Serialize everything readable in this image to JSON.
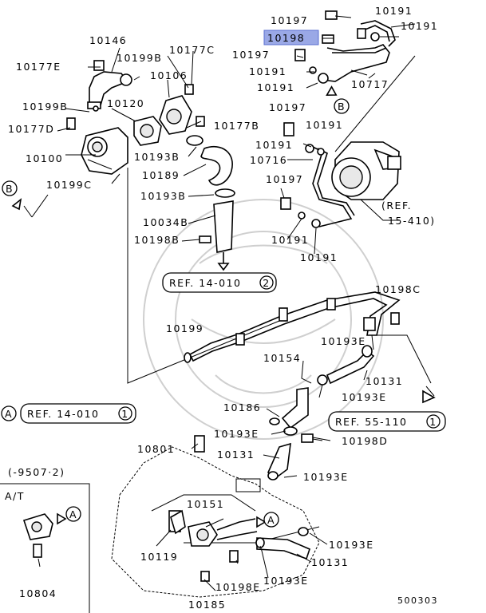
{
  "diagram": {
    "labels": {
      "l10197a": "10197",
      "l10191a": "10191",
      "l10198": "10198",
      "l10191b": "10191",
      "l10146": "10146",
      "l10177c": "10177C",
      "l10177e": "10177E",
      "l10199b": "10199B",
      "l10197b": "10197",
      "l10191c": "10191",
      "l10106": "10106",
      "l10717": "10717",
      "l10191d": "10191",
      "l10199b2": "10199B",
      "l10120": "10120",
      "l10197c": "10197",
      "l10177d": "10177D",
      "l10177b": "10177B",
      "l10191e": "10191",
      "l10191f": "10191",
      "l10100": "10100",
      "l10193b1": "10193B",
      "l10716": "10716",
      "l10189": "10189",
      "l10199c": "10199C",
      "l10197d": "10197",
      "l10193b2": "10193B",
      "l10034b": "10034B",
      "l10198b": "10198B",
      "l10191g": "10191",
      "l10191h": "10191",
      "l10198c": "10198C",
      "l10199": "10199",
      "l10193e1": "10193E",
      "l10154": "10154",
      "l10131a": "10131",
      "l10193e2": "10193E",
      "l10186": "10186",
      "l10193e3": "10193E",
      "l10198d": "10198D",
      "l10801": "10801",
      "l10131b": "10131",
      "l10193e4": "10193E",
      "l10151": "10151",
      "l10193e5": "10193E",
      "l10119": "10119",
      "l10131c": "10131",
      "l10198e": "10198E",
      "l10193e6": "10193E",
      "l10185": "10185",
      "l10804": "10804"
    },
    "refs": {
      "ref15_410_line1": "(REF.",
      "ref15_410_line2": "15-410)",
      "ref14_010_2": "REF. 14-010",
      "ref14_010_2_num": "2",
      "ref14_010_1": "REF. 14-010",
      "ref14_010_1_num": "1",
      "ref55_110_1": "REF. 55-110",
      "ref55_110_1_num": "1"
    },
    "markers": {
      "b1": "B",
      "b2": "B",
      "a1": "A",
      "a2": "A",
      "a3": "A"
    },
    "inset": {
      "date": "(-9507·2)",
      "trans": "A/T"
    },
    "code": "500303",
    "colors": {
      "highlight": "#9aa8e6",
      "ink": "#000000"
    }
  }
}
